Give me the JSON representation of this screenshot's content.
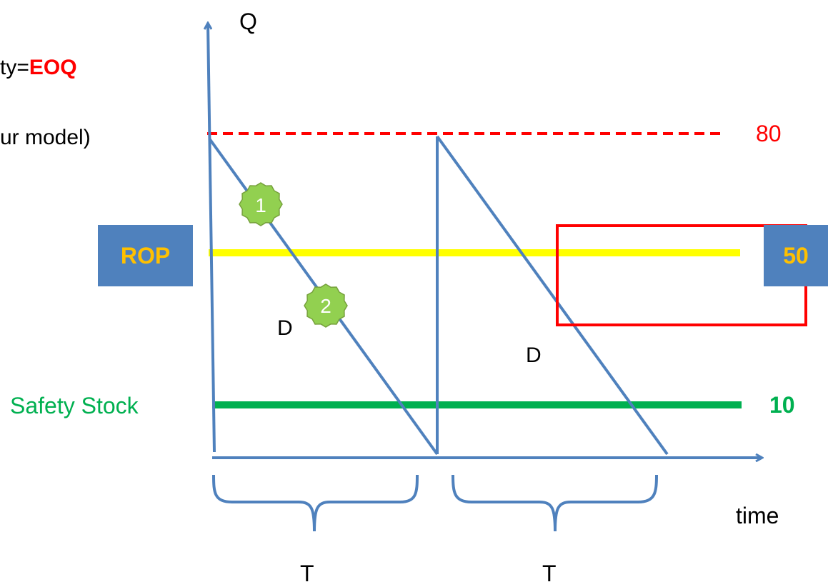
{
  "fragments": {
    "quantity_prefix": "ty=",
    "quantity_value": "EOQ",
    "model_note": "ur model)"
  },
  "axes": {
    "y_label": "Q",
    "x_label": "time"
  },
  "levels": {
    "order_level": {
      "value": "80",
      "color": "#ff0000"
    },
    "reorder_point": {
      "label": "ROP",
      "value": "50",
      "label_color": "#ffc000",
      "line_color": "#ffff00",
      "box_color": "#4f81bd"
    },
    "safety_stock": {
      "label": "Safety Stock",
      "value": "10",
      "color": "#00b050"
    }
  },
  "demand_labels": [
    "D",
    "D"
  ],
  "cycle_labels": [
    "T",
    "T"
  ],
  "step_badges": [
    "1",
    "2"
  ],
  "colors": {
    "sawtooth": "#4f81bd",
    "badge": "#92d050",
    "highlight": "#ff0000"
  }
}
